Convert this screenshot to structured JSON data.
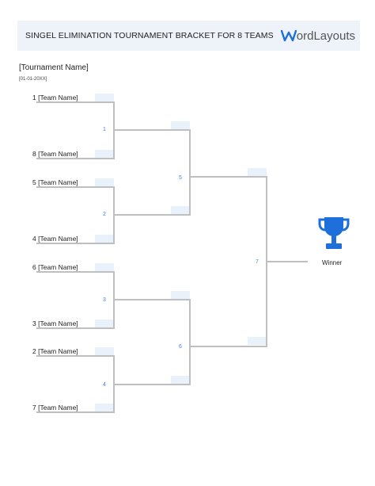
{
  "header": {
    "title": "SINGEL ELIMINATION TOURNAMENT BRACKET FOR 8 TEAMS",
    "logo_text": "ordLayouts",
    "logo_mark": "W"
  },
  "tournament": {
    "name": "[Tournament Name]",
    "date": "[01-01-20XX]"
  },
  "teams": [
    {
      "seed": "1",
      "name": "[Team Name]"
    },
    {
      "seed": "8",
      "name": "[Team Name]"
    },
    {
      "seed": "5",
      "name": "[Team Name]"
    },
    {
      "seed": "4",
      "name": "[Team Name]"
    },
    {
      "seed": "6",
      "name": "[Team Name]"
    },
    {
      "seed": "3",
      "name": "[Team Name]"
    },
    {
      "seed": "2",
      "name": "[Team Name]"
    },
    {
      "seed": "7",
      "name": "[Team Name]"
    }
  ],
  "matches": [
    "1",
    "2",
    "3",
    "4",
    "5",
    "6",
    "7"
  ],
  "winner_label": "Winner",
  "colors": {
    "header_bg": "#eef3f9",
    "line": "#bfbfbf",
    "slot": "#e9f1fb",
    "accent": "#1e6fd9",
    "match_number": "#3b82f6"
  },
  "icons": {
    "trophy": "trophy-icon"
  }
}
